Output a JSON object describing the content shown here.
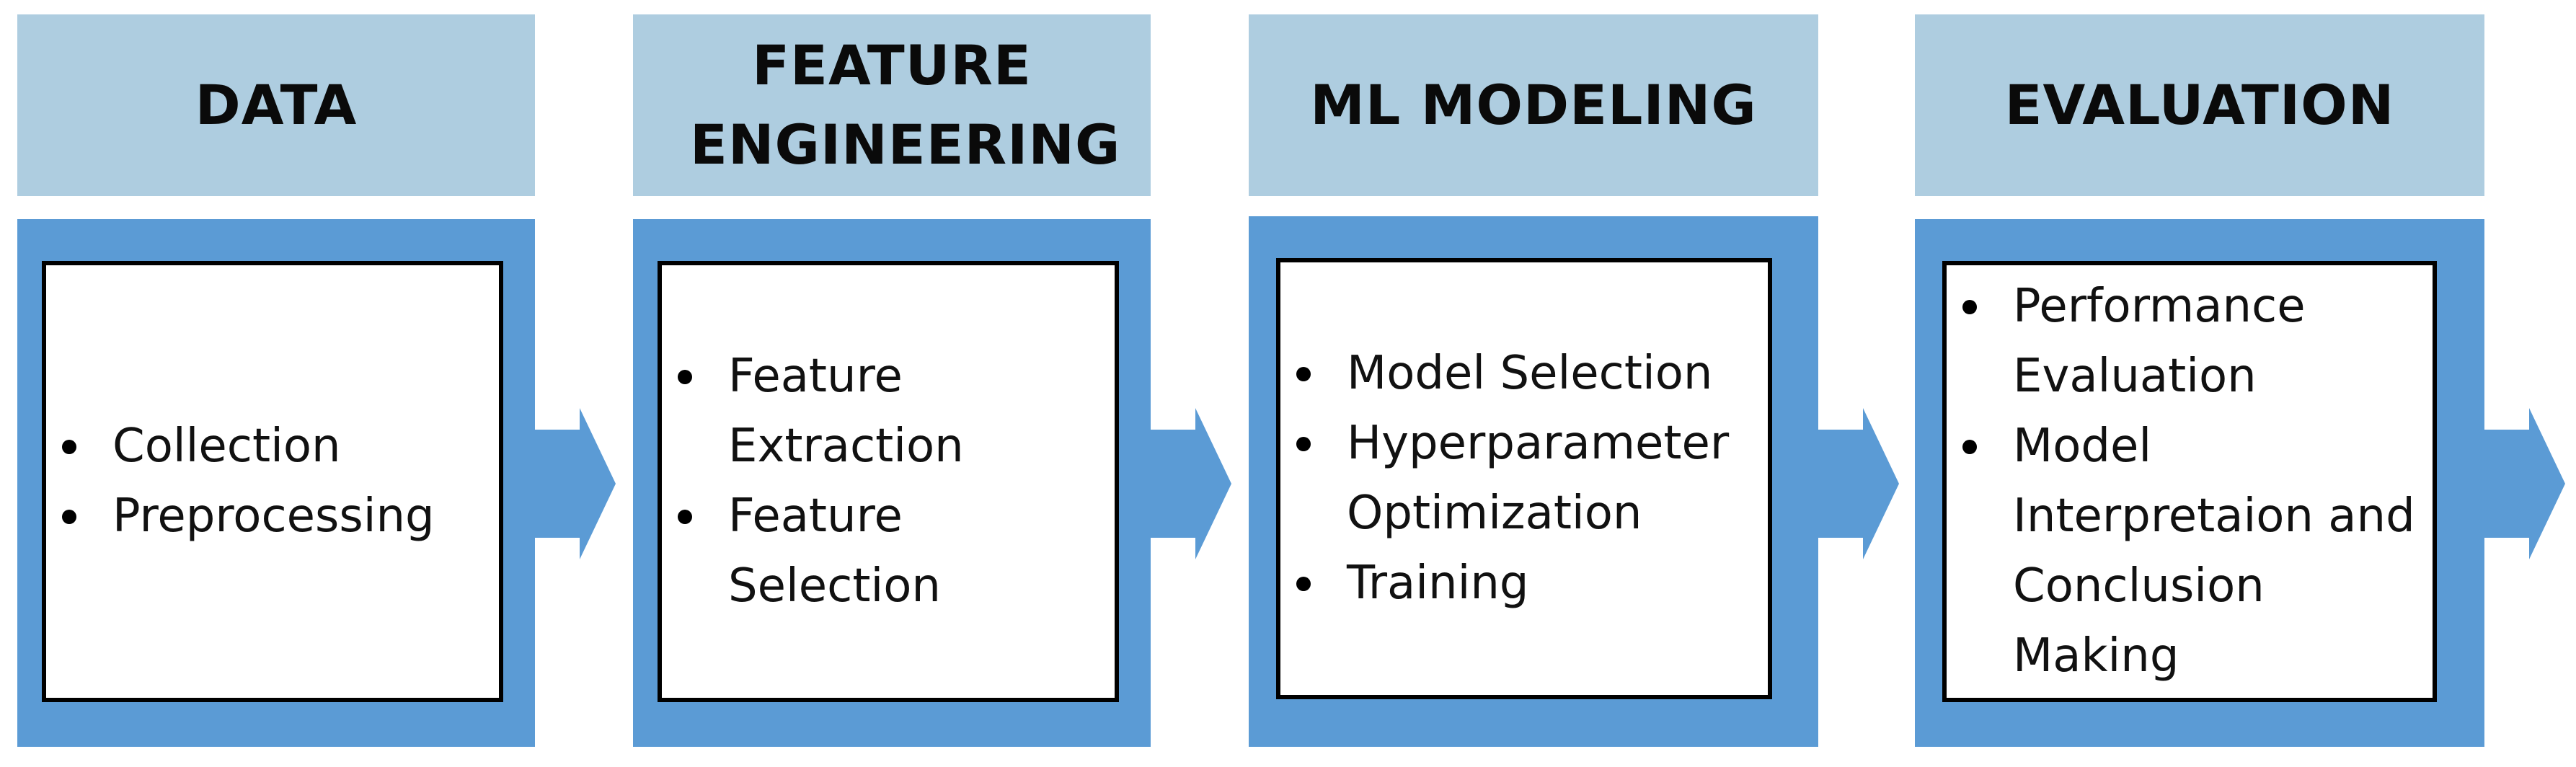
{
  "stages": [
    {
      "title": "DATA",
      "items": [
        "Collection",
        "Preprocessing"
      ]
    },
    {
      "title": "FEATURE ENGINEERING",
      "items": [
        "Feature Extraction",
        "Feature Selection"
      ]
    },
    {
      "title": "ML MODELING",
      "items": [
        "Model Selection",
        "Hyperparameter Optimization",
        "Training"
      ]
    },
    {
      "title": "EVALUATION",
      "items": [
        "Performance Evaluation",
        "Model Interpretaion and Conclusion Making"
      ]
    }
  ],
  "colors": {
    "header_fill": "#aecde0",
    "body_fill": "#5b9bd5",
    "arrow_fill": "#5b9bd5",
    "box_fill": "#ffffff",
    "box_border": "#000000"
  }
}
